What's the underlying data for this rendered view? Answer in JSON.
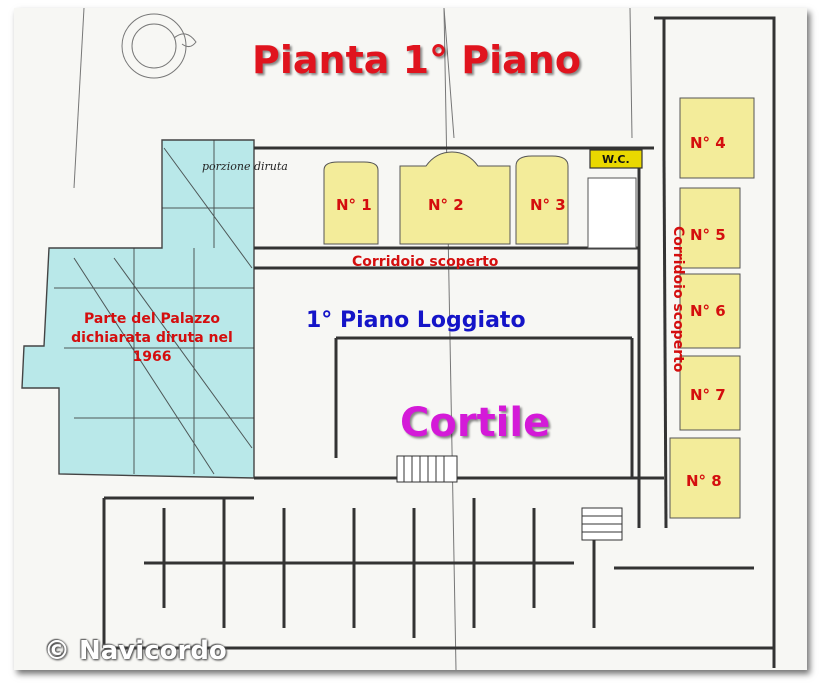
{
  "plan": {
    "title": "Pianta  1° Piano",
    "rooms": [
      "N° 1",
      "N° 2",
      "N° 3",
      "N° 4",
      "N° 5",
      "N° 6",
      "N° 7",
      "N° 8"
    ],
    "wc_label": "W.C.",
    "corridor_horizontal": "Corridoio  scoperto",
    "corridor_vertical": "Corridoio  scoperto",
    "loggia_label": "1° Piano  Loggiato",
    "courtyard_label": "Cortile",
    "ruined_section_label": "Parte del Palazzo dichiarata diruta nel 1966",
    "sketch_note": "porzione diruta",
    "copyright": "© Navicordo"
  },
  "colors": {
    "title": "#e0141e",
    "room_fill": "#f3ec9a",
    "wc_fill": "#e9d800",
    "ruined_fill": "#aee5e6",
    "loggia": "#1414c8",
    "courtyard": "#d41ad8"
  }
}
